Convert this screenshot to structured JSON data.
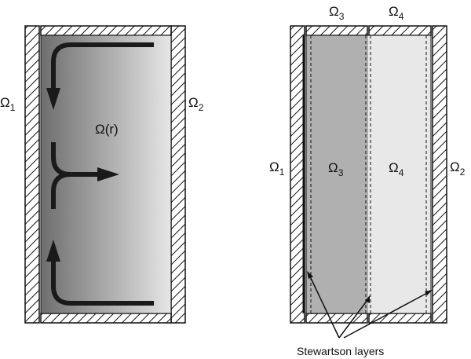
{
  "left_panel": {
    "inner_wall_label": {
      "main": "Ω",
      "sub": "1"
    },
    "outer_wall_label": {
      "main": "Ω",
      "sub": "2"
    },
    "fluid_label": "Ω(r)"
  },
  "right_panel": {
    "top_left_lid_label": {
      "main": "Ω",
      "sub": "3"
    },
    "top_right_lid_label": {
      "main": "Ω",
      "sub": "4"
    },
    "inner_wall_label": {
      "main": "Ω",
      "sub": "1"
    },
    "outer_wall_label": {
      "main": "Ω",
      "sub": "2"
    },
    "inner_region_label": {
      "main": "Ω",
      "sub": "3"
    },
    "outer_region_label": {
      "main": "Ω",
      "sub": "4"
    },
    "annotation": "Stewartson layers"
  },
  "colors": {
    "gradient_dark": "#6e6e6e",
    "gradient_light": "#e6e6e6",
    "region_inner": "#b0b0b0",
    "region_outer": "#e8e8e8",
    "stroke": "#111111"
  }
}
